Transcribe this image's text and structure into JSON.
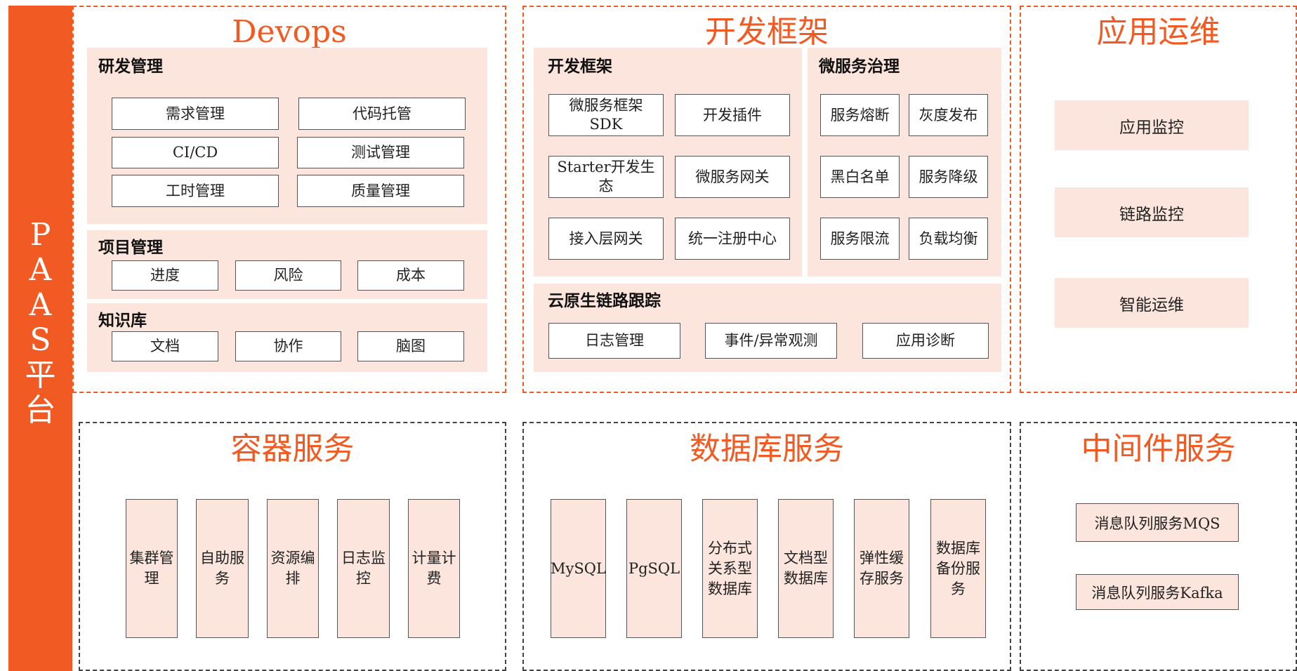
{
  "sidebar": {
    "chars": [
      "P",
      "A",
      "A",
      "S",
      "平",
      "台"
    ]
  },
  "devops": {
    "title": "Devops",
    "rd": {
      "title": "研发管理",
      "items": [
        "需求管理",
        "代码托管",
        "CI/CD",
        "测试管理",
        "工时管理",
        "质量管理"
      ]
    },
    "project": {
      "title": "项目管理",
      "items": [
        "进度",
        "风险",
        "成本"
      ]
    },
    "knowledge": {
      "title": "知识库",
      "items": [
        "文档",
        "协作",
        "脑图"
      ]
    }
  },
  "framework": {
    "title": "开发框架",
    "dev": {
      "title": "开发框架",
      "items": [
        "微服务框架SDK",
        "开发插件",
        "Starter开发生态",
        "微服务网关",
        "接入层网关",
        "统一注册中心"
      ]
    },
    "gov": {
      "title": "微服务治理",
      "items": [
        "服务熔断",
        "灰度发布",
        "黑白名单",
        "服务降级",
        "服务限流",
        "负载均衡"
      ]
    },
    "trace": {
      "title": "云原生链路跟踪",
      "items": [
        "日志管理",
        "事件/异常观测",
        "应用诊断"
      ]
    }
  },
  "ops": {
    "title": "应用运维",
    "items": [
      "应用监控",
      "链路监控",
      "智能运维"
    ]
  },
  "container": {
    "title": "容器服务",
    "items": [
      "集群管理",
      "自助服务",
      "资源编排",
      "日志监控",
      "计量计费"
    ]
  },
  "database": {
    "title": "数据库服务",
    "items": [
      "MySQL",
      "PgSQL",
      "分布式关系型数据库",
      "文档型数据库",
      "弹性缓存服务",
      "数据库备份服务"
    ]
  },
  "middleware": {
    "title": "中间件服务",
    "items": [
      "消息队列服务MQS",
      "消息队列服务Kafka"
    ]
  }
}
